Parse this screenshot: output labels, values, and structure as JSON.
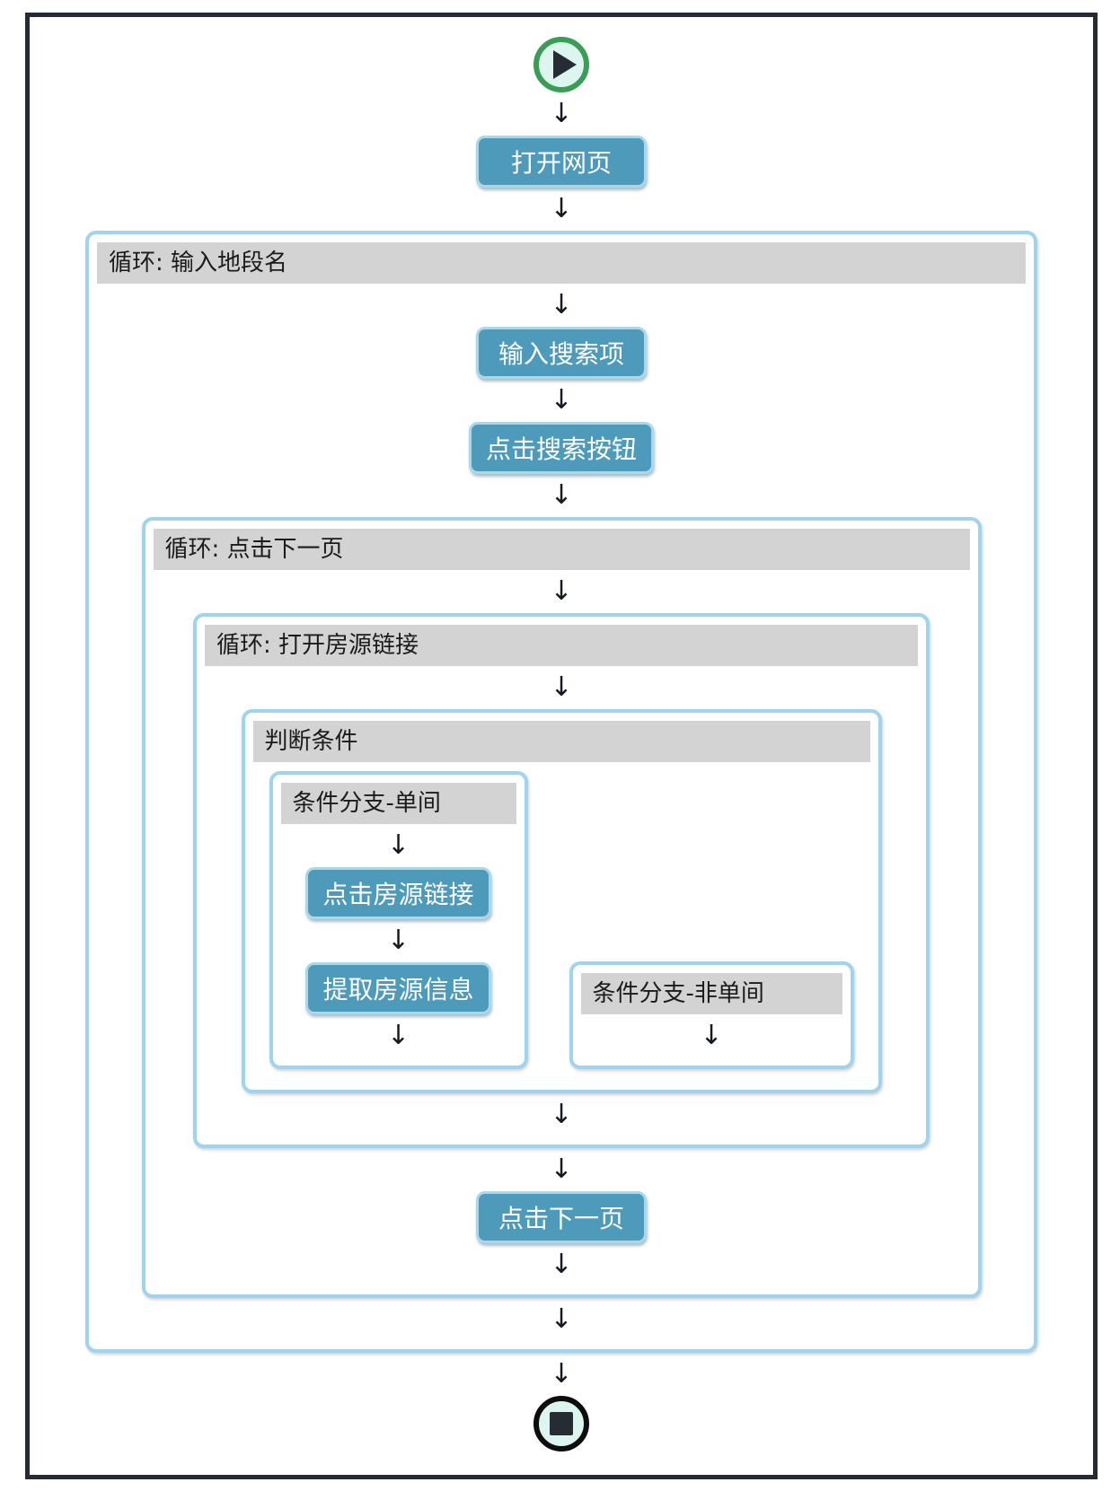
{
  "colors": {
    "frame_border": "#262b33",
    "container_border": "#9fd3ee",
    "container_header_bg": "#d3d3d3",
    "header_text": "#1b1b1b",
    "action_button_fill": "#4d9aba",
    "action_button_border": "#a9d8ea",
    "action_button_text": "#ffffff",
    "start_ring_green": "#3a9d55",
    "start_fill": "#dcf5ef",
    "stop_ring_black": "#0d0d0d",
    "stop_fill": "#d8f3ee",
    "arrow": "#151a22"
  },
  "icons": {
    "start": "play-circle",
    "end": "stop-circle",
    "connector": "arrow-down"
  },
  "flow": {
    "arrow": "↓",
    "open_webpage": "打开网页",
    "loop_input_location": "循环: 输入地段名",
    "input_search_term": "输入搜索项",
    "click_search_button": "点击搜索按钮",
    "loop_click_next_page": "循环: 点击下一页",
    "loop_open_listing_link": "循环: 打开房源链接",
    "condition": "判断条件",
    "branch_single": "条件分支-单间",
    "click_listing_link": "点击房源链接",
    "extract_listing_info": "提取房源信息",
    "branch_not_single": "条件分支-非单间",
    "click_next_page": "点击下一页"
  }
}
